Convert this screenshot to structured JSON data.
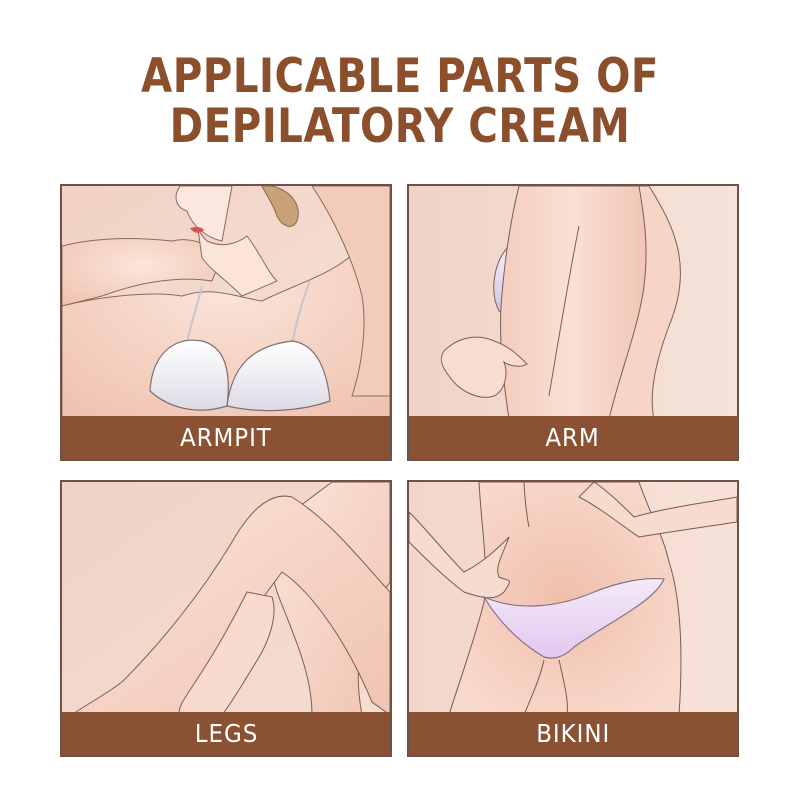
{
  "title": {
    "line1": "APPLICABLE PARTS OF",
    "line2": "DEPILATORY CREAM"
  },
  "colors": {
    "title": "#8b4f2c",
    "label_bar": "#8a5232",
    "label_text": "#ffffff",
    "panel_bg": "#f3d9cd",
    "panel_border": "#6e5147",
    "skin": "#f6d3c4",
    "garment": "#e6dcef"
  },
  "panels": [
    {
      "label": "ARMPIT",
      "illustration": "woman-raising-arm-in-white-bra"
    },
    {
      "label": "ARM",
      "illustration": "hand-holding-upper-arm"
    },
    {
      "label": "LEGS",
      "illustration": "crossed-bare-legs"
    },
    {
      "label": "BIKINI",
      "illustration": "hips-in-lilac-bikini-bottom"
    }
  ]
}
